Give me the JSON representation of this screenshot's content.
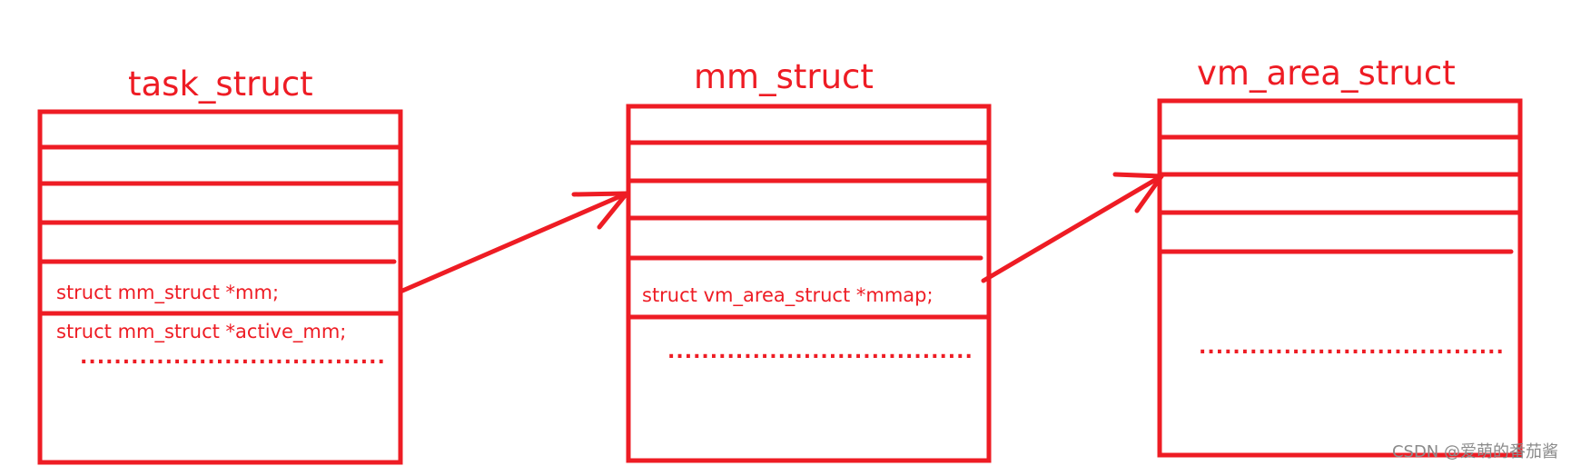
{
  "colors": {
    "stroke": "#ee1c24",
    "text": "#ee1c24",
    "watermark": "#8a8a8a",
    "background": "#ffffff"
  },
  "boxes": {
    "task_struct": {
      "title": "task_struct",
      "fields": [
        "struct mm_struct *mm;",
        "struct mm_struct *active_mm;"
      ],
      "ellipsis": "...................................."
    },
    "mm_struct": {
      "title": "mm_struct",
      "fields": [
        "struct vm_area_struct *mmap;"
      ],
      "ellipsis": "...................................."
    },
    "vm_area_struct": {
      "title": "vm_area_struct",
      "ellipsis": "...................................."
    }
  },
  "watermark": "CSDN @爱萌的番茄酱"
}
